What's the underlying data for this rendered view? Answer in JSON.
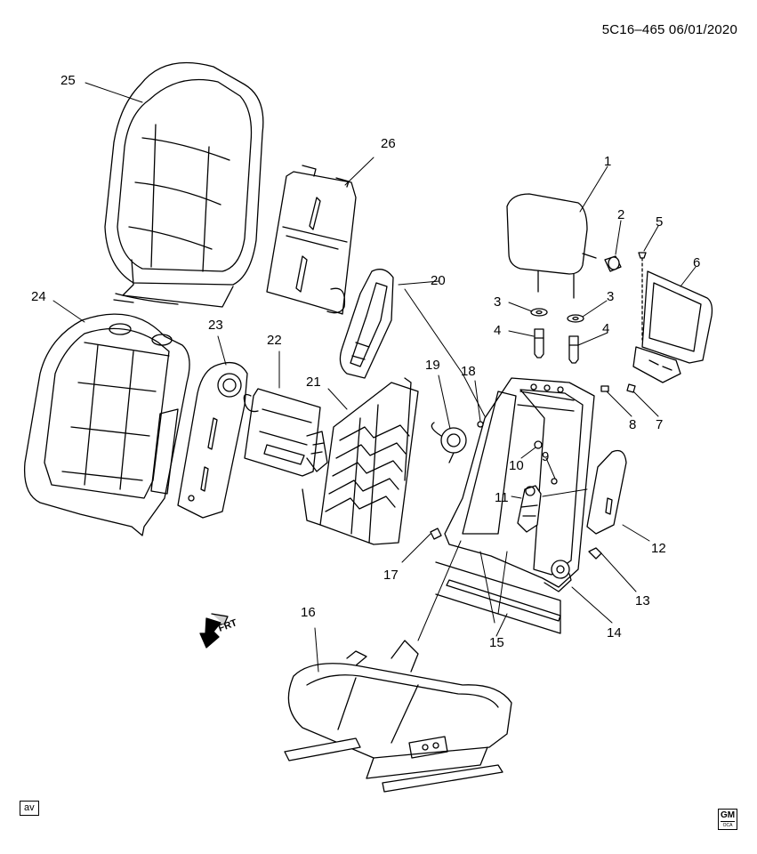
{
  "header": {
    "reference": "5C16–465  06/01/2020"
  },
  "figure_code": "av",
  "logo": {
    "top": "GM",
    "bottom": "OCA"
  },
  "orientation_label": "FRT",
  "callouts": [
    "1",
    "2",
    "3",
    "3",
    "4",
    "4",
    "5",
    "6",
    "7",
    "8",
    "9",
    "10",
    "11",
    "12",
    "13",
    "14",
    "15",
    "16",
    "17",
    "18",
    "19",
    "20",
    "21",
    "22",
    "23",
    "24",
    "25",
    "26"
  ],
  "colors": {
    "line": "#000000",
    "background": "#ffffff",
    "part_fill": "#ffffff",
    "shade": "#e6e6e6"
  }
}
